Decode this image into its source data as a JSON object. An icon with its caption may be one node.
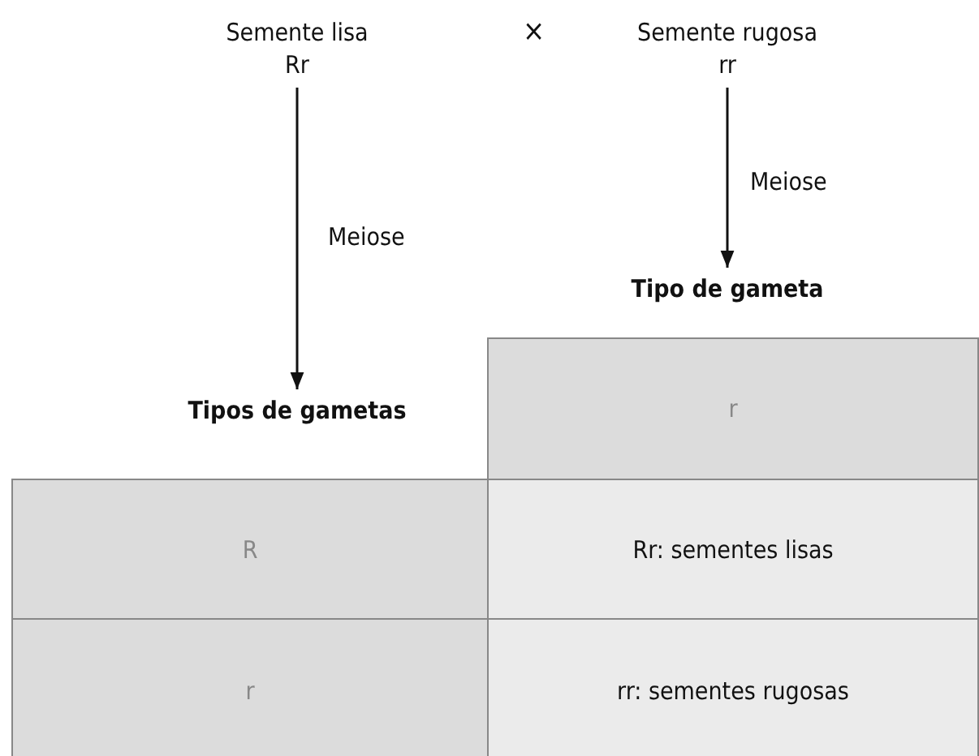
{
  "diagram": {
    "nodes": [
      {
        "text": [
          "Semente lisa",
          "Rr"
        ]
      },
      {
        "text": [
          "Semente rugosa",
          "rr"
        ]
      },
      {
        "text": [
          "Tipo de gameta"
        ]
      },
      {
        "text": [
          "Tipos de gametas"
        ]
      }
    ],
    "edges": [
      {
        "from": 0,
        "to": 3,
        "label": "Meiose",
        "arrow": "to"
      },
      {
        "from": 1,
        "to": 2,
        "label": "Meiose",
        "arrow": "to"
      }
    ],
    "labels": [
      "×",
      "r",
      "R",
      "Rr: sementes lisas",
      "r",
      "rr: sementes rugosas"
    ]
  }
}
